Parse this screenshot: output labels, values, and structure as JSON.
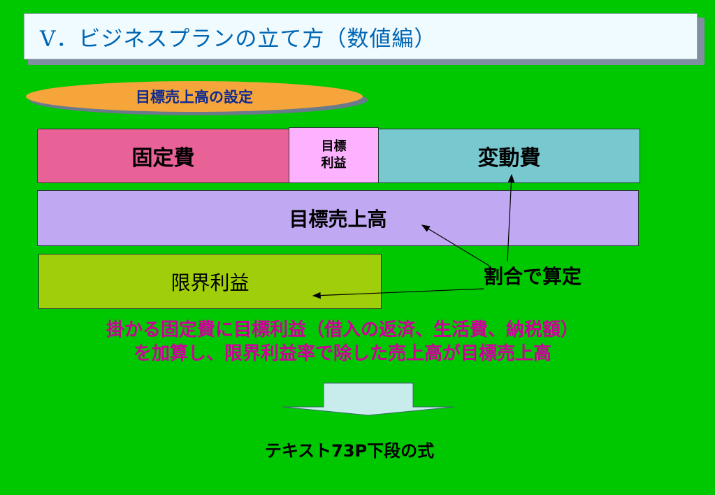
{
  "title": "Ⅴ．ビジネスプランの立て方（数値編）",
  "section_label": "目標売上高の設定",
  "boxes": {
    "fixed_cost": "固定費",
    "target_profit_line1": "目標",
    "target_profit_line2": "利益",
    "variable_cost": "変動費",
    "target_sales": "目標売上高",
    "marginal_profit": "限界利益"
  },
  "ratio_label": "割合で算定",
  "note": {
    "line1": "掛かる固定費に目標利益（借入の返済、生活費、納税額）",
    "line2": "を加算し、限界利益率で除した売上高が目標売上高"
  },
  "footer": "テキスト73P下段の式",
  "colors": {
    "background": "#00c800",
    "fixed_cost": "#e86298",
    "target_profit": "#fcb2ff",
    "variable_cost": "#78c8d0",
    "target_sales": "#c0a8f2",
    "marginal_profit": "#a0ce0a",
    "note_text": "#cc0099",
    "down_arrow": "#c8ecec"
  }
}
